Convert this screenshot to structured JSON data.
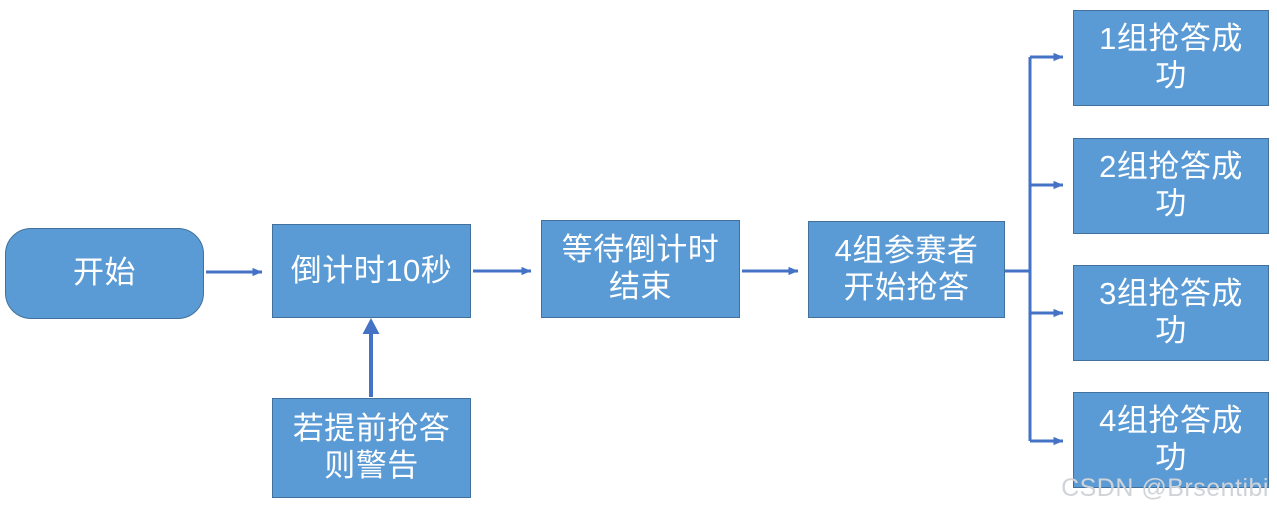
{
  "diagram": {
    "type": "flowchart",
    "orientation": "left-to-right",
    "theme": {
      "node_fill": "#5B9BD5",
      "node_border": "#41719C",
      "node_text": "#FFFFFF",
      "edge_color": "#4472C4",
      "background": "#FFFFFF",
      "watermark_color": "#D0D4D8"
    },
    "nodes": [
      {
        "id": "start",
        "label": "开始",
        "shape": "rounded-rectangle"
      },
      {
        "id": "countdown",
        "label": "倒计时10秒",
        "shape": "rectangle"
      },
      {
        "id": "wait",
        "label": "等待倒计时\n结束",
        "shape": "rectangle"
      },
      {
        "id": "buzz",
        "label": "4组参赛者\n开始抢答",
        "shape": "rectangle"
      },
      {
        "id": "warn",
        "label": "若提前抢答\n则警告",
        "shape": "rectangle"
      },
      {
        "id": "group1",
        "label": "1组抢答成\n功",
        "shape": "rectangle"
      },
      {
        "id": "group2",
        "label": "2组抢答成\n功",
        "shape": "rectangle"
      },
      {
        "id": "group3",
        "label": "3组抢答成\n功",
        "shape": "rectangle"
      },
      {
        "id": "group4",
        "label": "4组抢答成\n功",
        "shape": "rectangle"
      }
    ],
    "edges": [
      {
        "from": "start",
        "to": "countdown",
        "style": "straight-arrow",
        "direction": "right"
      },
      {
        "from": "countdown",
        "to": "wait",
        "style": "straight-arrow",
        "direction": "right"
      },
      {
        "from": "wait",
        "to": "buzz",
        "style": "straight-arrow",
        "direction": "right"
      },
      {
        "from": "warn",
        "to": "countdown",
        "style": "straight-arrow",
        "direction": "up"
      },
      {
        "from": "buzz",
        "to": "group1",
        "style": "elbow-arrow",
        "direction": "right"
      },
      {
        "from": "buzz",
        "to": "group2",
        "style": "elbow-arrow",
        "direction": "right"
      },
      {
        "from": "buzz",
        "to": "group3",
        "style": "elbow-arrow",
        "direction": "right"
      },
      {
        "from": "buzz",
        "to": "group4",
        "style": "elbow-arrow",
        "direction": "right"
      }
    ]
  },
  "watermark": {
    "text": "CSDN @Brsentibi"
  }
}
